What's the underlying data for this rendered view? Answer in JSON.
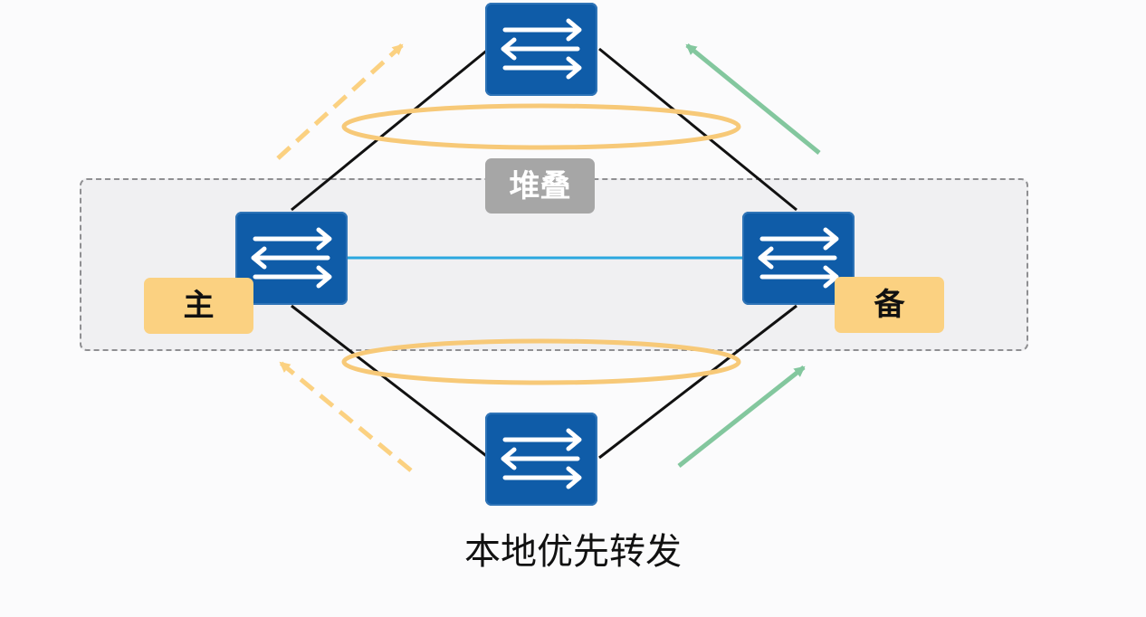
{
  "diagram": {
    "stack_label": "堆叠",
    "primary_label": "主",
    "backup_label": "备",
    "caption": "本地优先转发",
    "icon_names": {
      "switch": "switch-icon",
      "flow_arrow": "dashed-arrow-icon"
    },
    "colors": {
      "switch_blue": "#0f5ca8",
      "link_black": "#111111",
      "stack_link": "#2aa7df",
      "aggregation_ring": "#f7c978",
      "primary_flow": "#fbd181",
      "backup_flow": "#83c79e",
      "stack_badge": "#a6a6a6",
      "stack_region": "#f0f0f2"
    }
  }
}
